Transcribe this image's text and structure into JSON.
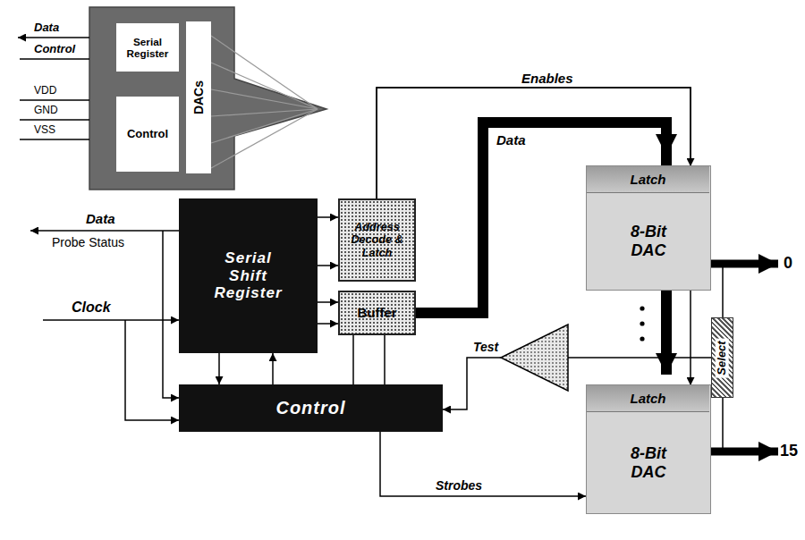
{
  "diagram": {
    "nodes": [
      {
        "text": [
          "Serial Register"
        ]
      },
      {
        "text": [
          "Control"
        ]
      },
      {
        "text": [
          "DACs"
        ]
      },
      {
        "text": [
          "Serial Shift Register"
        ]
      },
      {
        "text": [
          "Address Decode & Latch"
        ]
      },
      {
        "text": [
          "Buffer"
        ]
      },
      {
        "text": [
          "Control"
        ]
      },
      {
        "text": [
          "8-Bit DAC"
        ]
      },
      {
        "text": [
          "Latch"
        ],
        "in": 7
      },
      {
        "text": [
          "8-Bit DAC"
        ]
      },
      {
        "text": [
          "Latch"
        ],
        "in": 9
      },
      {
        "text": [
          "Select"
        ]
      }
    ],
    "edges": [
      {
        "from": 3,
        "to": 4,
        "arrow": "to"
      },
      {
        "from": 3,
        "to": 4,
        "arrow": "to"
      },
      {
        "from": 3,
        "to": 5,
        "arrow": "to"
      },
      {
        "from": 3,
        "to": 5,
        "arrow": "to"
      },
      {
        "from": 3,
        "to": 6,
        "arrow": "to"
      },
      {
        "from": 6,
        "to": 3,
        "arrow": "to"
      },
      {
        "from": 5,
        "to": 6,
        "arrow": "none"
      },
      {
        "from": 5,
        "to": 6,
        "arrow": "none"
      },
      {
        "from": 4,
        "to": 8,
        "label": "Enables",
        "arrow": "to"
      },
      {
        "from": 4,
        "to": 10,
        "arrow": "to"
      },
      {
        "from": 5,
        "to": 8,
        "label": "Data",
        "arrow": "to"
      },
      {
        "from": 5,
        "to": 10,
        "arrow": "to"
      },
      {
        "from": 6,
        "to": 9,
        "label": "Strobes",
        "arrow": "to"
      },
      {
        "from": 11,
        "to": 6,
        "label": "Test",
        "arrow": "to"
      }
    ],
    "labels": [
      "Data",
      "Control",
      "VDD",
      "GND",
      "VSS",
      "Data",
      "Probe Status",
      "Clock",
      "0",
      "15"
    ]
  }
}
